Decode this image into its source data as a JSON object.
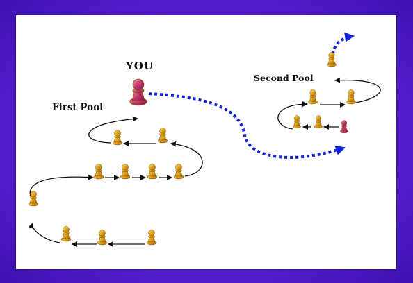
{
  "labels": {
    "you": "YOU",
    "first_pool": "First Pool",
    "second_pool": "Second Pool"
  },
  "colors": {
    "frame": "#6a2ee0",
    "panel": "#ffffff",
    "pawn_gold": "#e0a21c",
    "pawn_you": "#c2376a",
    "arrow_black": "#111111",
    "path_blue": "#1122dd"
  },
  "icons": {
    "pawn": "pawn-icon",
    "you_pawn": "you-pawn-icon"
  }
}
